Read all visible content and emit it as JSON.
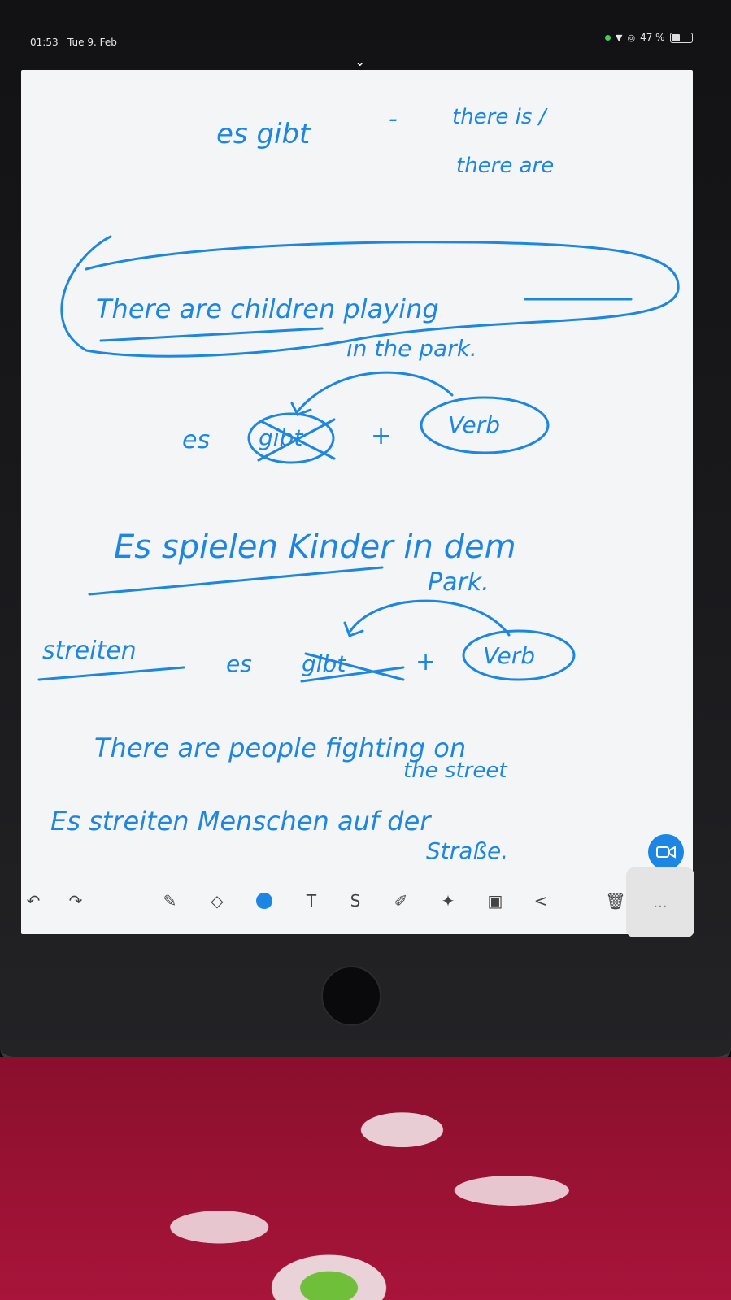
{
  "status_bar": {
    "time": "01:53",
    "date": "Tue 9. Feb",
    "battery": "47 %"
  },
  "note": {
    "line1_de": "es gibt",
    "line1_dash": "-",
    "line1_en_a": "there is /",
    "line1_en_b": "there are",
    "line2_en_a": "There are children playing",
    "line2_en_b": "in the park.",
    "rule1_es": "es",
    "rule1_gibt": "gibt",
    "rule1_plus": "+",
    "rule1_verb": "Verb",
    "line3_de_a": "Es spielen Kinder in dem",
    "line3_de_b": "Park.",
    "side_word": "streiten",
    "rule2_es": "es",
    "rule2_gibt": "gibt",
    "rule2_plus": "+",
    "rule2_verb": "Verb",
    "line4_en_a": "There are people fighting on",
    "line4_en_b": "the street",
    "line5_de_a": "Es streiten Menschen auf der",
    "line5_de_b": "Straße."
  },
  "toolbar": {
    "undo": "undo-icon",
    "redo": "redo-icon",
    "pen": "pen-icon",
    "eraser": "eraser-icon",
    "color": "color-dot-icon",
    "text": "T",
    "shape": "S",
    "highlighter": "highlighter-icon",
    "magic": "magic-wand-icon",
    "select": "select-icon",
    "back": "<",
    "trash": "trash-icon",
    "more": "..."
  },
  "colors": {
    "ink": "#1d86e0",
    "accent": "#1c86e4"
  }
}
